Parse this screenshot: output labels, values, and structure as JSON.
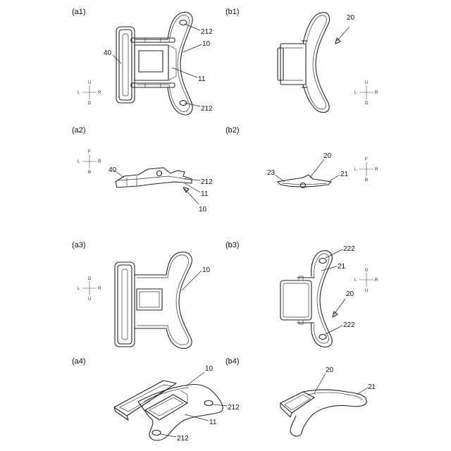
{
  "panels": {
    "a1": "(a1)",
    "b1": "(b1)",
    "a2": "(a2)",
    "b2": "(b2)",
    "a3": "(a3)",
    "b3": "(b3)",
    "a4": "(a4)",
    "b4": "(b4)"
  },
  "refs": {
    "r10": "10",
    "r11": "11",
    "r20": "20",
    "r21": "21",
    "r23": "23",
    "r40": "40",
    "r212": "212",
    "r222": "222"
  },
  "dirs": {
    "up": "U",
    "down": "D",
    "left": "L",
    "right": "R",
    "front": "F",
    "back": "B"
  }
}
